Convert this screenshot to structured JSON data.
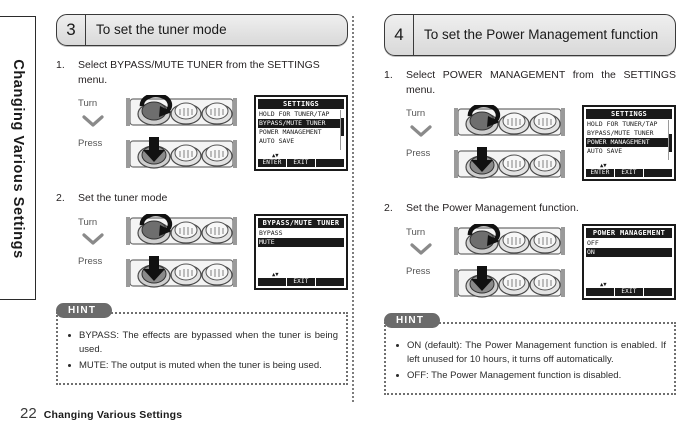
{
  "side_tab": {
    "label": "Changing Various Settings"
  },
  "footer": {
    "page_number": "22",
    "chapter": "Changing Various Settings"
  },
  "panels": [
    {
      "number": "3",
      "title": "To set the tuner mode",
      "steps": [
        {
          "number": "1.",
          "text": "Select BYPASS/MUTE TUNER from the SETTINGS menu.",
          "turn_label": "Turn",
          "press_label": "Press",
          "lcd": {
            "title": "SETTINGS",
            "items": [
              {
                "text": "HOLD FOR TUNER/TAP",
                "selected": false
              },
              {
                "text": "BYPASS/MUTE TUNER",
                "selected": true
              },
              {
                "text": "POWER MANAGEMENT",
                "selected": false
              },
              {
                "text": "AUTO SAVE",
                "selected": false
              }
            ],
            "arrows": "▲▼",
            "keys": [
              "ENTER",
              "EXIT",
              ""
            ]
          }
        },
        {
          "number": "2.",
          "text": "Set the tuner mode",
          "turn_label": "Turn",
          "press_label": "Press",
          "lcd": {
            "title": "BYPASS/MUTE TUNER",
            "items": [
              {
                "text": "BYPASS",
                "selected": false
              },
              {
                "text": "MUTE",
                "selected": true
              }
            ],
            "arrows": "▲▼",
            "keys": [
              "",
              "EXIT",
              ""
            ]
          }
        }
      ],
      "hint": {
        "label": "HINT",
        "bullets": [
          "BYPASS: The effects are bypassed when the tuner is being used.",
          "MUTE: The output is muted when the tuner is being used."
        ]
      }
    },
    {
      "number": "4",
      "title": "To set the Power Management function",
      "steps": [
        {
          "number": "1.",
          "text": "Select POWER MANAGEMENT from the SETTINGS menu.",
          "turn_label": "Turn",
          "press_label": "Press",
          "lcd": {
            "title": "SETTINGS",
            "items": [
              {
                "text": "HOLD FOR TUNER/TAP",
                "selected": false
              },
              {
                "text": "BYPASS/MUTE TUNER",
                "selected": false
              },
              {
                "text": "POWER MANAGEMENT",
                "selected": true
              },
              {
                "text": "AUTO SAVE",
                "selected": false
              }
            ],
            "arrows": "▲▼",
            "keys": [
              "ENTER",
              "EXIT",
              ""
            ]
          }
        },
        {
          "number": "2.",
          "text": "Set the Power Management function.",
          "turn_label": "Turn",
          "press_label": "Press",
          "lcd": {
            "title": "POWER MANAGEMENT",
            "items": [
              {
                "text": "OFF",
                "selected": false
              },
              {
                "text": "ON",
                "selected": true
              }
            ],
            "arrows": "▲▼",
            "keys": [
              "",
              "EXIT",
              ""
            ]
          }
        }
      ],
      "hint": {
        "label": "HINT",
        "bullets": [
          "ON (default): The Power Management function is enabled. If left unused for 10 hours, it turns off automatically.",
          "OFF: The Power Management function is disabled."
        ]
      }
    }
  ],
  "colors": {
    "ink": "#231f20",
    "header_gradient_top": "#efefef",
    "header_gradient_bottom": "#d9d9d9",
    "hint_pill": "#6b6b6b",
    "lcd_black": "#1a1a1a"
  }
}
